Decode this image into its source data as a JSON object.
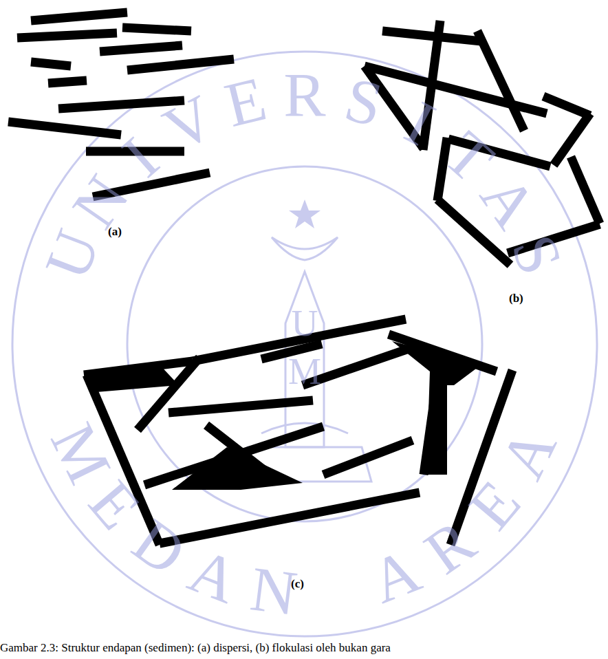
{
  "diagram": {
    "caption": "Gambar 2.3: Struktur endapan (sedimen): (a) dispersi, (b) flokulasi oleh bukan gara",
    "labels": [
      "UNIVERSITAS",
      "(a)",
      "(b)",
      "U",
      "M",
      "MEDAN AREA",
      "(c)"
    ]
  }
}
